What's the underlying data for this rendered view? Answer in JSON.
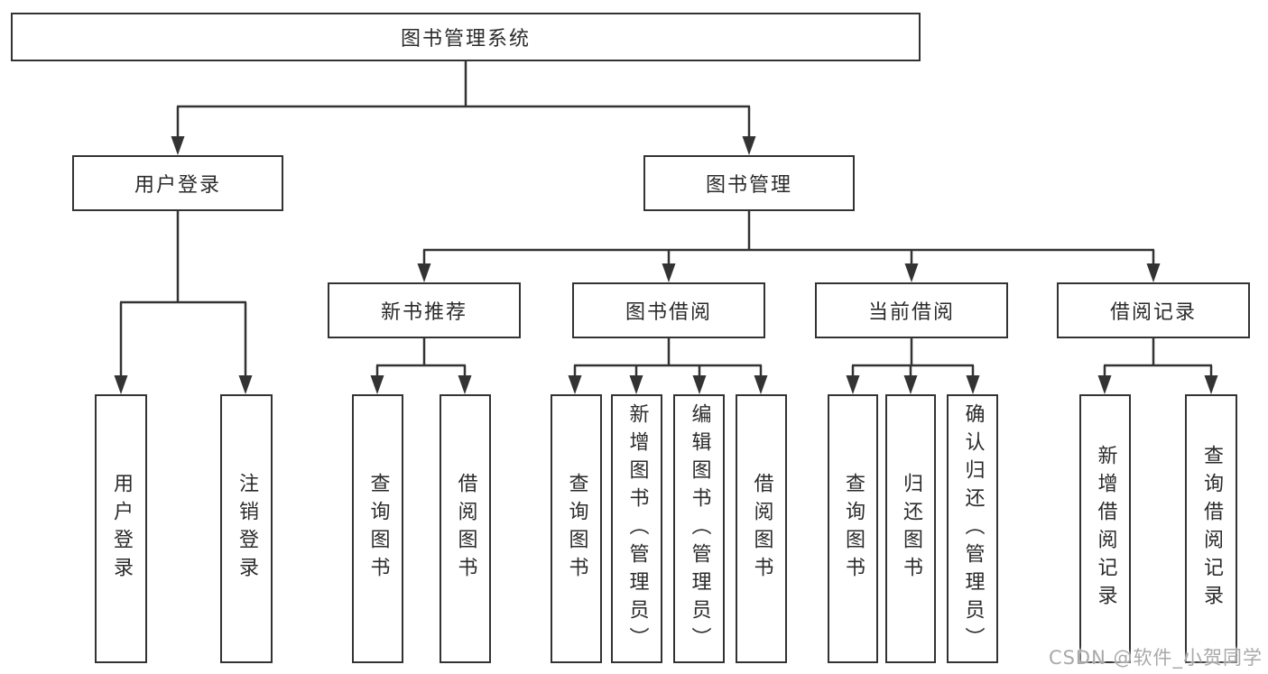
{
  "tree": {
    "label": "图书管理系统",
    "children": [
      {
        "label": "用户登录",
        "children": [
          {
            "label": "用户登录"
          },
          {
            "label": "注销登录"
          }
        ]
      },
      {
        "label": "图书管理",
        "children": [
          {
            "label": "新书推荐",
            "children": [
              {
                "label": "查询图书"
              },
              {
                "label": "借阅图书"
              }
            ]
          },
          {
            "label": "图书借阅",
            "children": [
              {
                "label": "查询图书"
              },
              {
                "label": "新增图书（管理员）"
              },
              {
                "label": "编辑图书（管理员）"
              },
              {
                "label": "借阅图书"
              }
            ]
          },
          {
            "label": "当前借阅",
            "children": [
              {
                "label": "查询图书"
              },
              {
                "label": "归还图书"
              },
              {
                "label": "确认归还（管理员）"
              }
            ]
          },
          {
            "label": "借阅记录",
            "children": [
              {
                "label": "新增借阅记录"
              },
              {
                "label": "查询借阅记录"
              }
            ]
          }
        ]
      }
    ]
  },
  "watermark": "CSDN @软件_小贺同学",
  "colors": {
    "line": "#333333",
    "box_border": "#333333",
    "text": "#2b2b2b",
    "watermark": "#a9a9a9",
    "background": "#ffffff"
  }
}
